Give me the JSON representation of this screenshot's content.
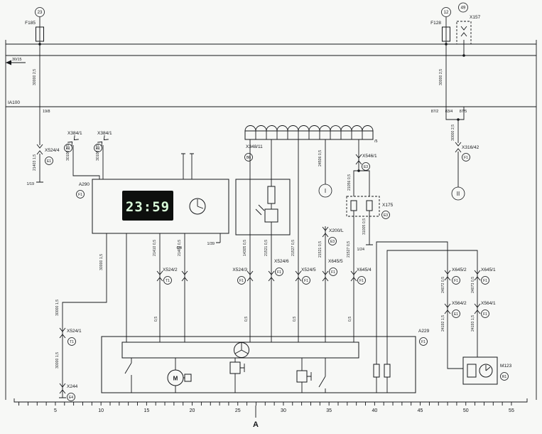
{
  "rails": {
    "label": "30/15",
    "boundary": "IA100"
  },
  "fuse_left": {
    "ref": "23",
    "name": "F185"
  },
  "fuse_right": {
    "ref": "12",
    "name": "F128"
  },
  "x157": {
    "ref": "49",
    "name": "X157"
  },
  "boundary_pins": {
    "p1": "19/8",
    "p2": "87/2",
    "p3": "83/4",
    "p4": "87/5"
  },
  "terminals": {
    "t1_19": "1/19",
    "t1_39": "1/39",
    "t1_24": "1/24",
    "t6_4": "6/4",
    "t_5": "/5"
  },
  "clock_unit": {
    "name": "A290",
    "ref": "F1",
    "display": "23:59"
  },
  "comb": {
    "name": "X348/11",
    "ref": "B6"
  },
  "ref_circles": {
    "i": "I",
    "ii": "II"
  },
  "connectors": {
    "x524_4": {
      "name": "X524/4",
      "ref": "E1"
    },
    "x384_1a": {
      "name": "X384/1",
      "ref": "F1"
    },
    "x384_1b": {
      "name": "X384/1",
      "ref": "F1"
    },
    "x546_1": {
      "name": "X546/1",
      "ref": "E3"
    },
    "x175": {
      "name": "X175",
      "ref": "E3"
    },
    "x200_l": {
      "name": "X200/L",
      "ref": "E3"
    },
    "x316_42": {
      "name": "X316/42",
      "ref": "F1"
    },
    "x524_2": {
      "name": "X524/2",
      "ref": "T1"
    },
    "x524_3": {
      "name": "X524/3",
      "ref": "F1"
    },
    "x524_6": {
      "name": "X524/6",
      "ref": "F1"
    },
    "x524_5": {
      "name": "X524/5",
      "ref": "F1"
    },
    "x645_5": {
      "name": "X645/5",
      "ref": "F1"
    },
    "x645_4": {
      "name": "X645/4",
      "ref": "F1"
    },
    "x645_2": {
      "name": "X645/2",
      "ref": "F1"
    },
    "x645_1": {
      "name": "X645/1",
      "ref": "F1"
    },
    "x564_2": {
      "name": "X564/2",
      "ref": "E1"
    },
    "x564_1": {
      "name": "X564/1",
      "ref": "F1"
    },
    "x524_1": {
      "name": "X524/1",
      "ref": "T1"
    },
    "x244": {
      "name": "X244",
      "ref": "E4"
    }
  },
  "ecu": {
    "name": "A229",
    "ref": "F1",
    "motor_label": "M"
  },
  "pump": {
    "name": "M123",
    "ref": "R1"
  },
  "wire_labels": [
    "30000 2,5",
    "21403 1,5",
    "30100 0,5",
    "30100 0,5",
    "30000 1,5",
    "21410 0,5",
    "21403 0,5",
    "14305 0,5",
    "21521 0,5",
    "21527 0,5",
    "24506 0,5",
    "21056 0,5",
    "31005 0,5",
    "30000 2,5",
    "30000 2,5",
    "24072 0,5",
    "24073 0,5",
    "24192 1,5",
    "24193 1,5",
    "30000 1,5",
    "30000 1,5",
    "21521 0,5",
    "21527 0,5",
    "0,5",
    "0,5",
    "0,5",
    "0,5"
  ],
  "ruler": {
    "labels": [
      "5",
      "10",
      "15",
      "20",
      "25",
      "30",
      "35",
      "40",
      "45",
      "50",
      "55"
    ],
    "section": "A"
  }
}
